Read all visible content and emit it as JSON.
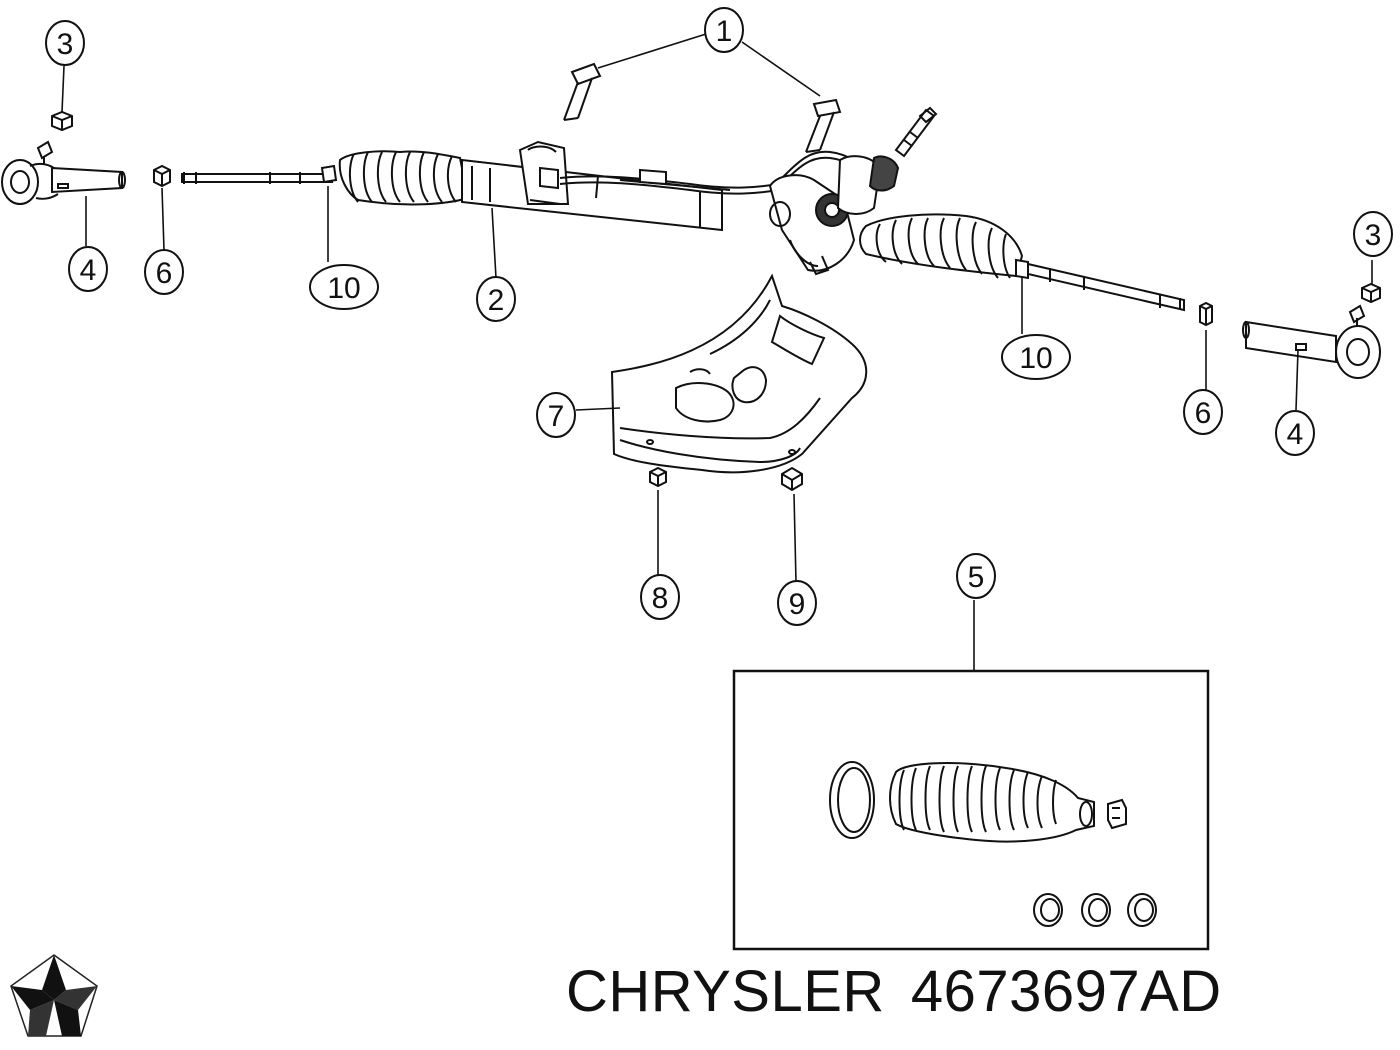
{
  "brand": "CHRYSLER",
  "part_number": "4673697AD",
  "logo": "chrysler-pentastar-icon",
  "callouts": {
    "c1": "1",
    "c2": "2",
    "c3_left": "3",
    "c3_right": "3",
    "c4_left": "4",
    "c4_right": "4",
    "c5": "5",
    "c6_left": "6",
    "c6_right": "6",
    "c7": "7",
    "c8": "8",
    "c9": "9",
    "c10_left": "10",
    "c10_right": "10"
  }
}
